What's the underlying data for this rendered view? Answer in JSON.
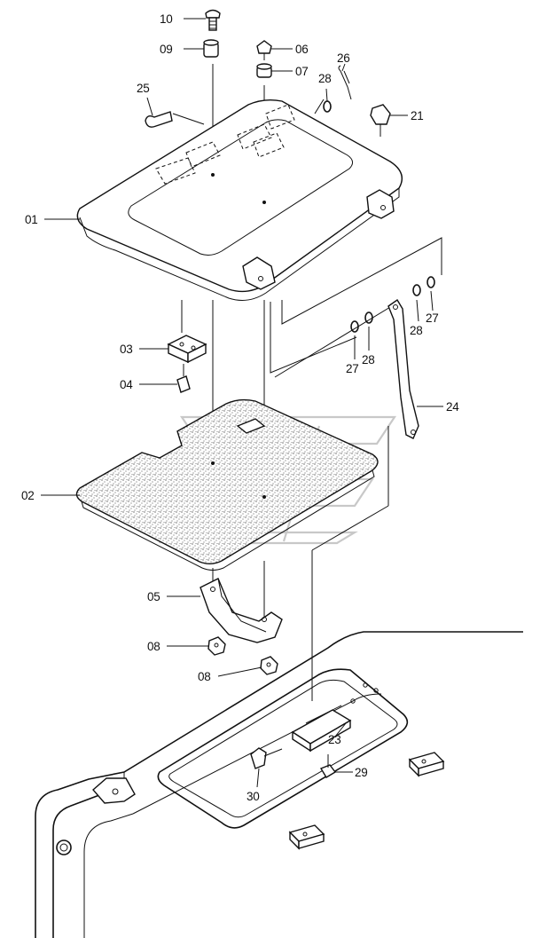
{
  "callouts": {
    "p01": "01",
    "p02": "02",
    "p03": "03",
    "p04": "04",
    "p05": "05",
    "p06": "06",
    "p07": "07",
    "p08a": "08",
    "p08b": "08",
    "p09": "09",
    "p10": "10",
    "p21": "21",
    "p23": "23",
    "p24": "24",
    "p25": "25",
    "p26": "26",
    "p27a": "27",
    "p27b": "27",
    "p28a": "28",
    "p28b": "28",
    "p28c": "28",
    "p29": "29",
    "p30": "30"
  }
}
